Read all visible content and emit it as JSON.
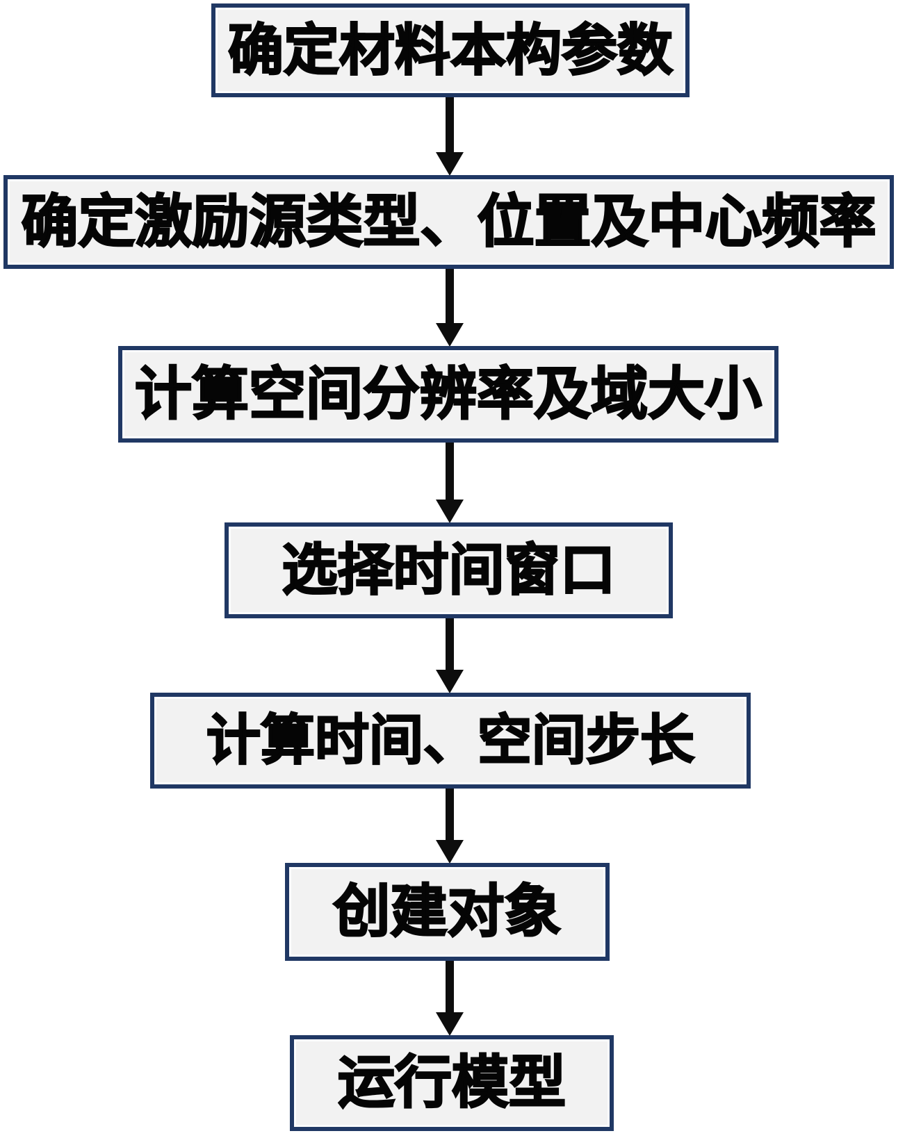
{
  "flowchart": {
    "type": "vertical-flowchart",
    "steps": [
      {
        "label": "确定材料本构参数"
      },
      {
        "label": "确定激励源类型、位置及中心频率"
      },
      {
        "label": "计算空间分辨率及域大小"
      },
      {
        "label": "选择时间窗口"
      },
      {
        "label": "计算时间、空间步长"
      },
      {
        "label": "创建对象"
      },
      {
        "label": "运行模型"
      }
    ],
    "connectors": {
      "count": 6,
      "direction": "down",
      "style": "solid-thick-arrow"
    },
    "colors": {
      "background": "#ffffff",
      "box_fill": "#f2f2f2",
      "box_border": "#203864",
      "text": "#050505",
      "arrow": "#0d0d0d"
    }
  }
}
